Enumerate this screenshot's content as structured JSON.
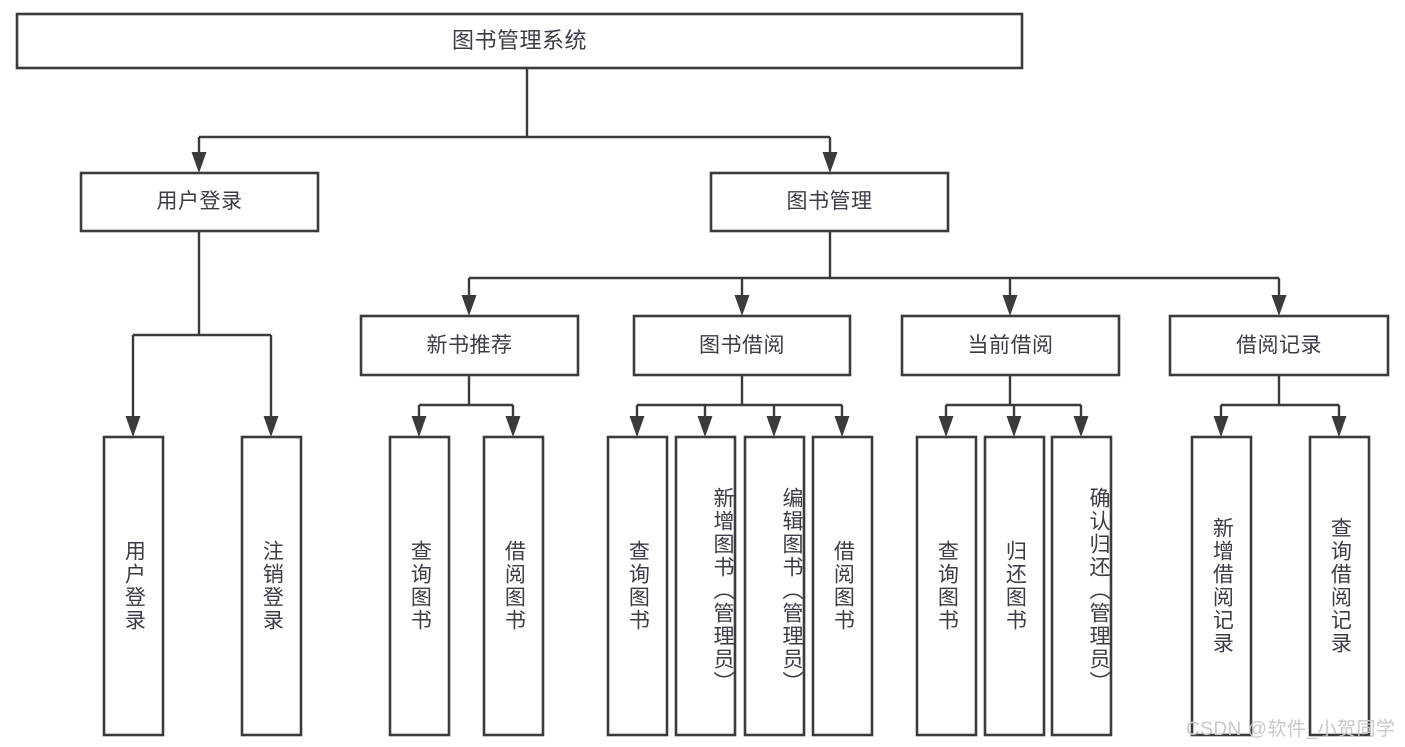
{
  "diagram": {
    "type": "tree-hierarchy-chart",
    "title": "图书管理系统",
    "background_color": "#ffffff",
    "line_color": "#3b3b3b",
    "text_color": "#3c3c46"
  },
  "nodes": {
    "root": {
      "label": "图书管理系统"
    },
    "level2": [
      {
        "label": "用户登录"
      },
      {
        "label": "图书管理"
      }
    ],
    "level3": [
      {
        "label": "新书推荐"
      },
      {
        "label": "图书借阅"
      },
      {
        "label": "当前借阅"
      },
      {
        "label": "借阅记录"
      }
    ],
    "leaves": {
      "user_login": [
        {
          "label": "用户登录"
        },
        {
          "label": "注销登录"
        }
      ],
      "new_book_recommend": [
        {
          "label": "查询图书"
        },
        {
          "label": "借阅图书"
        }
      ],
      "book_borrow": [
        {
          "label": "查询图书"
        },
        {
          "label": "新增图书（管理员）"
        },
        {
          "label": "编辑图书（管理员）"
        },
        {
          "label": "借阅图书"
        }
      ],
      "current_borrow": [
        {
          "label": "查询图书"
        },
        {
          "label": "归还图书"
        },
        {
          "label": "确认归还（管理员）"
        }
      ],
      "borrow_record": [
        {
          "label": "新增借阅记录"
        },
        {
          "label": "查询借阅记录"
        }
      ]
    }
  },
  "watermark": {
    "text": "CSDN @软件_小贺同学"
  }
}
